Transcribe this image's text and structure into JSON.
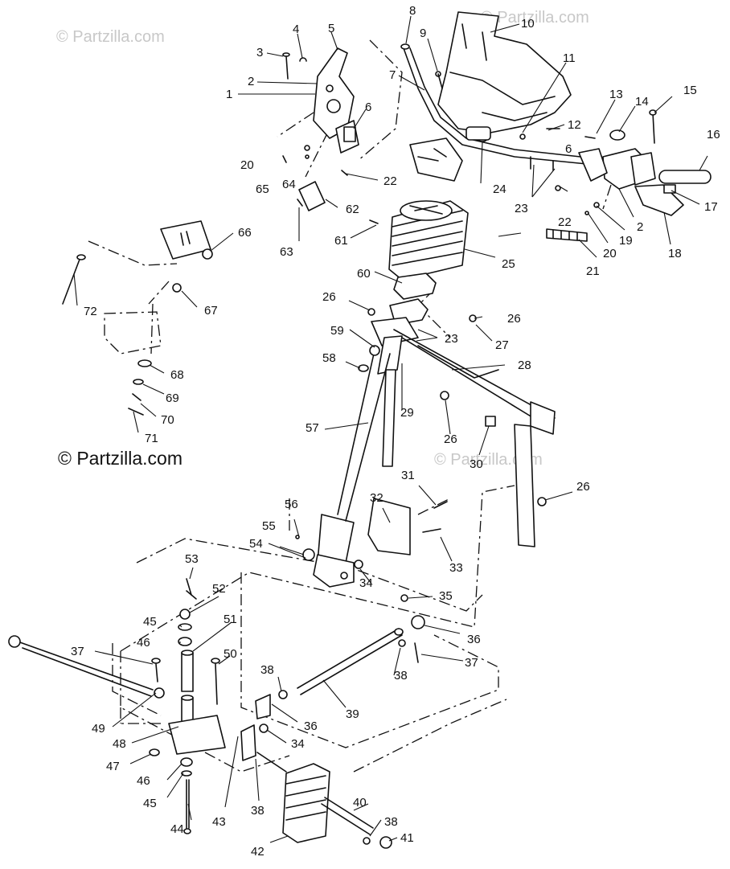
{
  "watermarks": {
    "top_left": "© Partzilla.com",
    "top_right": "© Partzilla.com",
    "middle_left": "© Partzilla.com",
    "middle_right": "© Partzilla.com"
  },
  "callouts": [
    {
      "key": "p1",
      "label": "1"
    },
    {
      "key": "p2a",
      "label": "2"
    },
    {
      "key": "p2b",
      "label": "2"
    },
    {
      "key": "p3",
      "label": "3"
    },
    {
      "key": "p4",
      "label": "4"
    },
    {
      "key": "p5",
      "label": "5"
    },
    {
      "key": "p6a",
      "label": "6"
    },
    {
      "key": "p6b",
      "label": "6"
    },
    {
      "key": "p7",
      "label": "7"
    },
    {
      "key": "p8",
      "label": "8"
    },
    {
      "key": "p9",
      "label": "9"
    },
    {
      "key": "p10",
      "label": "10"
    },
    {
      "key": "p11",
      "label": "11"
    },
    {
      "key": "p12",
      "label": "12"
    },
    {
      "key": "p13",
      "label": "13"
    },
    {
      "key": "p14",
      "label": "14"
    },
    {
      "key": "p15",
      "label": "15"
    },
    {
      "key": "p16",
      "label": "16"
    },
    {
      "key": "p17",
      "label": "17"
    },
    {
      "key": "p18",
      "label": "18"
    },
    {
      "key": "p19",
      "label": "19"
    },
    {
      "key": "p20a",
      "label": "20"
    },
    {
      "key": "p20b",
      "label": "20"
    },
    {
      "key": "p21",
      "label": "21"
    },
    {
      "key": "p22a",
      "label": "22"
    },
    {
      "key": "p22b",
      "label": "22"
    },
    {
      "key": "p23a",
      "label": "23"
    },
    {
      "key": "p23b",
      "label": "23"
    },
    {
      "key": "p24",
      "label": "24"
    },
    {
      "key": "p25",
      "label": "25"
    },
    {
      "key": "p26a",
      "label": "26"
    },
    {
      "key": "p26b",
      "label": "26"
    },
    {
      "key": "p26c",
      "label": "26"
    },
    {
      "key": "p26d",
      "label": "26"
    },
    {
      "key": "p27",
      "label": "27"
    },
    {
      "key": "p28",
      "label": "28"
    },
    {
      "key": "p29",
      "label": "29"
    },
    {
      "key": "p30",
      "label": "30"
    },
    {
      "key": "p31",
      "label": "31"
    },
    {
      "key": "p32",
      "label": "32"
    },
    {
      "key": "p33",
      "label": "33"
    },
    {
      "key": "p34a",
      "label": "34"
    },
    {
      "key": "p34b",
      "label": "34"
    },
    {
      "key": "p35",
      "label": "35"
    },
    {
      "key": "p36a",
      "label": "36"
    },
    {
      "key": "p36b",
      "label": "36"
    },
    {
      "key": "p37a",
      "label": "37"
    },
    {
      "key": "p37b",
      "label": "37"
    },
    {
      "key": "p38a",
      "label": "38"
    },
    {
      "key": "p38b",
      "label": "38"
    },
    {
      "key": "p38c",
      "label": "38"
    },
    {
      "key": "p38d",
      "label": "38"
    },
    {
      "key": "p39",
      "label": "39"
    },
    {
      "key": "p40",
      "label": "40"
    },
    {
      "key": "p41",
      "label": "41"
    },
    {
      "key": "p42",
      "label": "42"
    },
    {
      "key": "p43",
      "label": "43"
    },
    {
      "key": "p44",
      "label": "44"
    },
    {
      "key": "p45a",
      "label": "45"
    },
    {
      "key": "p45b",
      "label": "45"
    },
    {
      "key": "p46a",
      "label": "46"
    },
    {
      "key": "p46b",
      "label": "46"
    },
    {
      "key": "p47",
      "label": "47"
    },
    {
      "key": "p48",
      "label": "48"
    },
    {
      "key": "p49",
      "label": "49"
    },
    {
      "key": "p50",
      "label": "50"
    },
    {
      "key": "p51",
      "label": "51"
    },
    {
      "key": "p52",
      "label": "52"
    },
    {
      "key": "p53",
      "label": "53"
    },
    {
      "key": "p54",
      "label": "54"
    },
    {
      "key": "p55",
      "label": "55"
    },
    {
      "key": "p56",
      "label": "56"
    },
    {
      "key": "p57",
      "label": "57"
    },
    {
      "key": "p58",
      "label": "58"
    },
    {
      "key": "p59",
      "label": "59"
    },
    {
      "key": "p60",
      "label": "60"
    },
    {
      "key": "p61",
      "label": "61"
    },
    {
      "key": "p62",
      "label": "62"
    },
    {
      "key": "p63",
      "label": "63"
    },
    {
      "key": "p64",
      "label": "64"
    },
    {
      "key": "p65",
      "label": "65"
    },
    {
      "key": "p66",
      "label": "66"
    },
    {
      "key": "p67",
      "label": "67"
    },
    {
      "key": "p68",
      "label": "68"
    },
    {
      "key": "p69",
      "label": "69"
    },
    {
      "key": "p70",
      "label": "70"
    },
    {
      "key": "p71",
      "label": "71"
    },
    {
      "key": "p72",
      "label": "72"
    }
  ]
}
